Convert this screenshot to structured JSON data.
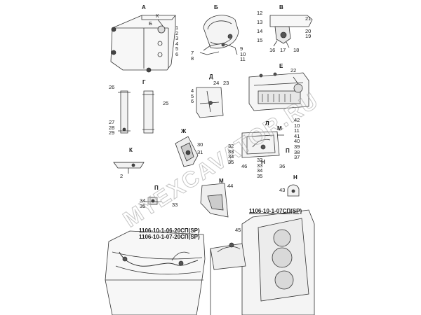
{
  "sheet": {
    "view_labels": {
      "a": "А",
      "b": "Б",
      "v": "В",
      "g": "Г",
      "d": "Д",
      "e": "Е",
      "zh": "Ж",
      "k": "К",
      "m": "М",
      "p": "П",
      "l": "Л",
      "n": "Н"
    },
    "assembly_codes": {
      "code_06_20": "1106-10-1-06-20СП(SP)",
      "code_07_20": "1106-10-1-07-20СП(SP)",
      "code_07": "1106-10-1-07СП(SP)"
    },
    "callouts": {
      "view_a": {
        "k": "К",
        "b": "Б",
        "stack": [
          "1",
          "2",
          "3",
          "4",
          "5",
          "6"
        ]
      },
      "view_b": {
        "left": [
          "7",
          "8"
        ],
        "right": [
          "9",
          "10",
          "11"
        ]
      },
      "view_v": {
        "n12": "12",
        "n13": "13",
        "n14": "14",
        "n15": "15",
        "n16": "16",
        "n17": "17",
        "n18": "18",
        "n19": "19",
        "n20": "20",
        "n21": "21"
      },
      "view_g": {
        "n26": "26",
        "n25": "25",
        "stack": [
          "27",
          "28",
          "29"
        ]
      },
      "view_d": {
        "stack": [
          "4",
          "5",
          "6"
        ],
        "n24": "24",
        "n23": "23"
      },
      "view_e": {
        "n22": "22"
      },
      "view_zh": {
        "n30": "30",
        "n31": "31"
      },
      "view_m_top": {
        "stack": [
          "42",
          "10",
          "11",
          "41",
          "40",
          "39",
          "38",
          "37"
        ]
      },
      "view_p_mid": {
        "stack_a": [
          "32",
          "33",
          "34",
          "35"
        ],
        "n46": "46",
        "stack_b": [
          "32",
          "33",
          "34",
          "35"
        ],
        "n36": "36"
      },
      "view_k": {
        "n2": "2"
      },
      "view_p_small": {
        "stack": [
          "34",
          "35"
        ],
        "n33": "33"
      },
      "view_m_small": {
        "n44": "44"
      },
      "view_n_small": {
        "n43": "43"
      },
      "view_cab": {
        "n45": "45"
      }
    },
    "watermark": "MYEXCAVATOR.RU"
  }
}
